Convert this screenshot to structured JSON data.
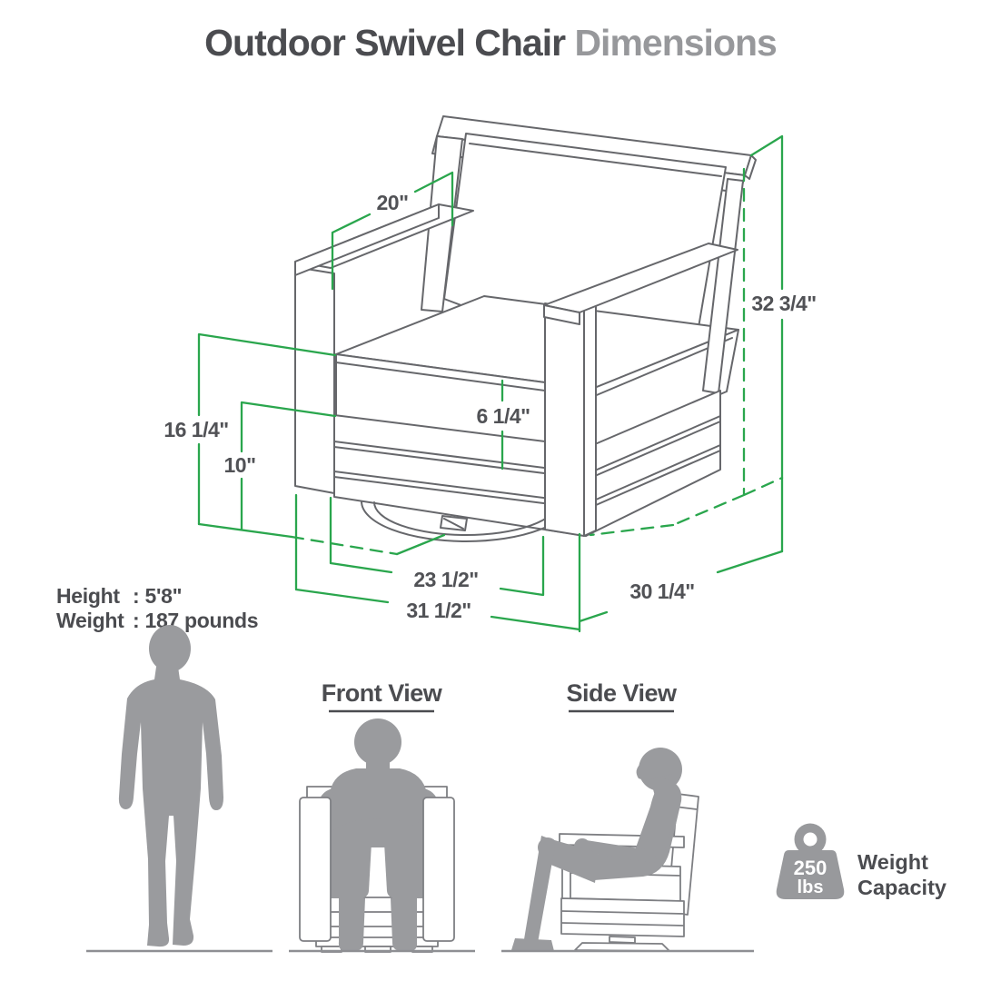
{
  "title": {
    "main": "Outdoor Swivel Chair",
    "accent": "Dimensions"
  },
  "chair_dimensions": {
    "armrest_depth": "20\"",
    "overall_height": "32 3/4\"",
    "seat_height": "16 1/4\"",
    "base_height": "10\"",
    "cushion_thickness": "6 1/4\"",
    "seat_width": "23 1/2\"",
    "overall_width": "31 1/2\"",
    "overall_depth": "30 1/4\""
  },
  "reference_person": {
    "height_label": "Height",
    "height_value": ": 5'8\"",
    "weight_label": "Weight",
    "weight_value": ": 187 pounds"
  },
  "views": {
    "front_label": "Front View",
    "side_label": "Side View"
  },
  "weight_capacity": {
    "value": "250",
    "unit": "lbs",
    "caption_line1": "Weight",
    "caption_line2": "Capacity"
  },
  "colors": {
    "dimension_green": "#2aa64d",
    "chair_line_gray": "#66676b",
    "silhouette_gray": "#9a9b9e",
    "title_dark": "#4b4c50",
    "title_accent": "#97989b"
  }
}
